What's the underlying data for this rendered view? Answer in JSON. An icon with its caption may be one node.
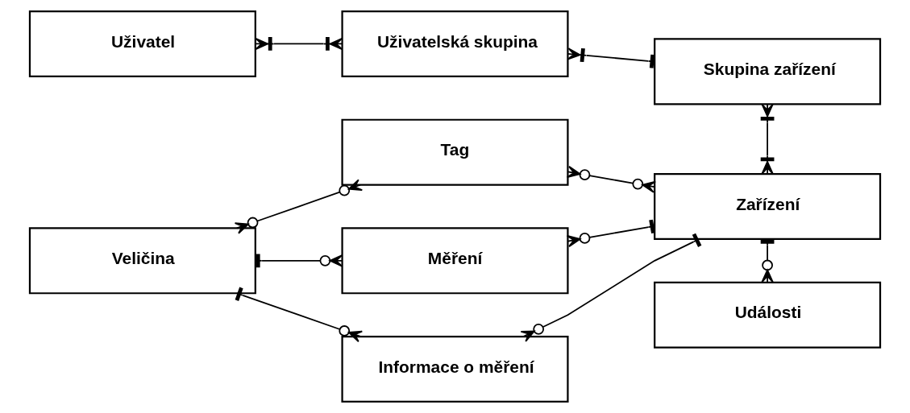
{
  "diagram": {
    "nodes": [
      {
        "text": [
          "Uživatel"
        ]
      },
      {
        "text": [
          "Uživatelská skupina"
        ]
      },
      {
        "text": [
          "Skupina zařízení"
        ]
      },
      {
        "text": [
          "Tag"
        ]
      },
      {
        "text": [
          "Veličina"
        ]
      },
      {
        "text": [
          "Měření"
        ]
      },
      {
        "text": [
          "Zařízení"
        ]
      },
      {
        "text": [
          "Informace o měření"
        ]
      },
      {
        "text": [
          "Události"
        ]
      }
    ],
    "edges": [
      {
        "from": 0,
        "to": 1,
        "arrow": "other"
      },
      {
        "from": 1,
        "to": 2,
        "arrow": "other"
      },
      {
        "from": 2,
        "to": 6,
        "arrow": "other"
      },
      {
        "from": 4,
        "to": 3,
        "arrow": "other"
      },
      {
        "from": 3,
        "to": 6,
        "arrow": "other"
      },
      {
        "from": 4,
        "to": 5,
        "arrow": "other"
      },
      {
        "from": 5,
        "to": 6,
        "arrow": "other"
      },
      {
        "from": 4,
        "to": 7,
        "arrow": "other"
      },
      {
        "from": 7,
        "to": 6,
        "arrow": "other"
      },
      {
        "from": 6,
        "to": 8,
        "arrow": "other"
      }
    ]
  }
}
